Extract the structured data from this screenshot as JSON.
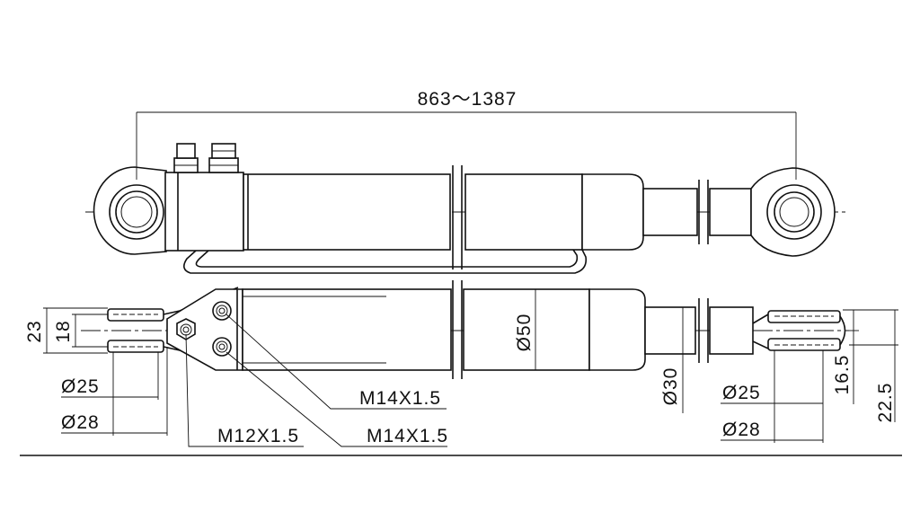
{
  "drawing": {
    "overall_length": "863～1387",
    "eye_height_outer": "23",
    "eye_height_inner": "18",
    "left_bore": "Ø25",
    "left_outer": "Ø28",
    "port_thread_small": "M12X1.5",
    "port_thread_upper": "M14X1.5",
    "port_thread_lower": "M14X1.5",
    "barrel_diameter": "Ø50",
    "rod_diameter": "Ø30",
    "right_bore": "Ø25",
    "right_outer": "Ø28",
    "right_eye_inner": "16.5",
    "right_eye_outer": "22.5"
  }
}
